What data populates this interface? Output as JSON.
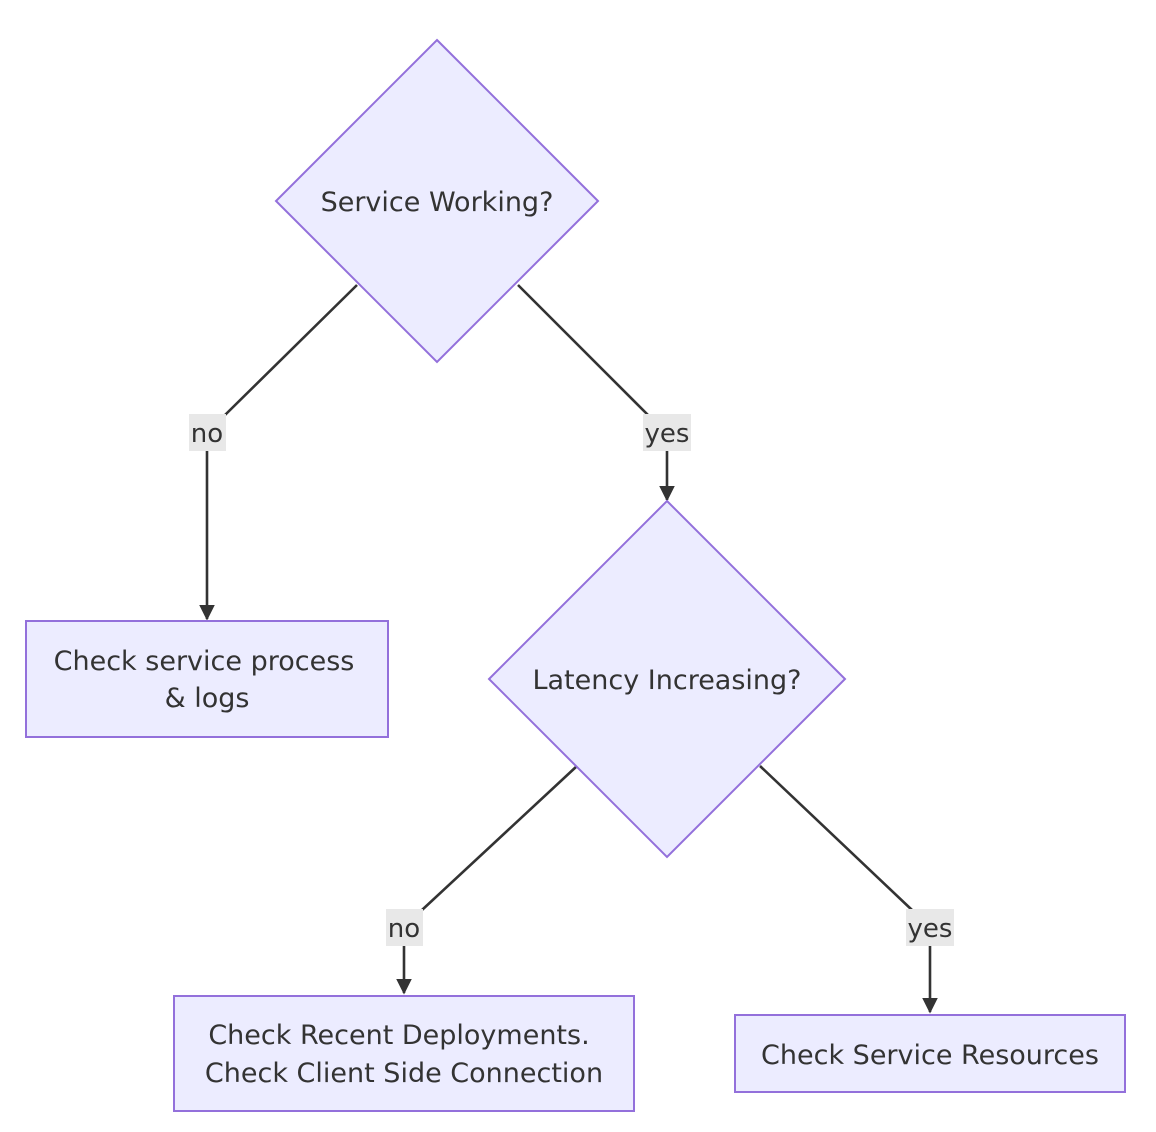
{
  "nodes": {
    "service_working": {
      "label": "Service Working?"
    },
    "check_process": {
      "label_lines": [
        "Check service process",
        "& logs"
      ]
    },
    "latency_increasing": {
      "label": "Latency Increasing?"
    },
    "check_deployments": {
      "label_lines": [
        "Check Recent Deployments.",
        "Check Client Side Connection"
      ]
    },
    "check_resources": {
      "label": "Check Service Resources"
    }
  },
  "edges": {
    "service_no": {
      "label": "no"
    },
    "service_yes": {
      "label": "yes"
    },
    "latency_no": {
      "label": "no"
    },
    "latency_yes": {
      "label": "yes"
    }
  },
  "colors": {
    "node_fill": "#ECECFF",
    "node_stroke": "#9370DB",
    "edge": "#333333",
    "edge_label_bg": "#E8E8E8"
  }
}
